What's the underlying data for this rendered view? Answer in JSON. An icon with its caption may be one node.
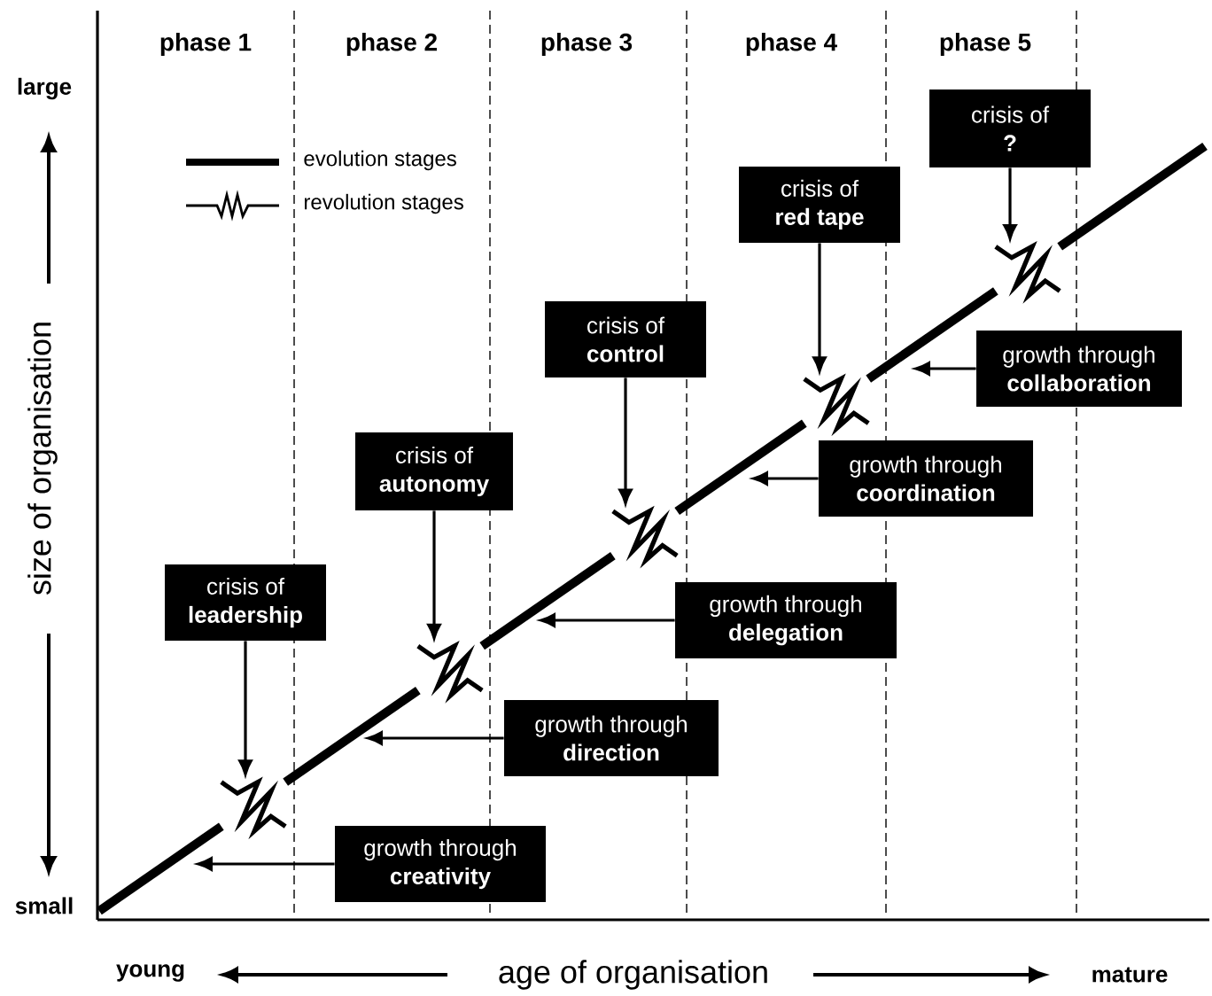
{
  "diagram": {
    "nodes": [
      {
        "text": [
          "crisis of",
          "?"
        ]
      },
      {
        "text": [
          "crisis of",
          "red tape"
        ]
      },
      {
        "text": [
          "crisis of",
          "control"
        ]
      },
      {
        "text": [
          "growth through",
          "collaboration"
        ]
      },
      {
        "text": [
          "crisis of",
          "autonomy"
        ]
      },
      {
        "text": [
          "growth through",
          "coordination"
        ]
      },
      {
        "text": [
          "crisis of",
          "leadership"
        ]
      },
      {
        "text": [
          "growth through",
          "delegation"
        ]
      },
      {
        "text": [
          "growth through",
          "direction"
        ]
      },
      {
        "text": [
          "growth through",
          "creativity"
        ]
      },
      {
        "text": [],
        "shape": "zigzag"
      },
      {
        "text": [],
        "shape": "zigzag"
      },
      {
        "text": [],
        "shape": "zigzag"
      },
      {
        "text": [],
        "shape": "zigzag"
      },
      {
        "text": [],
        "shape": "zigzag"
      }
    ],
    "edges": [
      {
        "from": 6,
        "to": 10,
        "arrow": "to"
      },
      {
        "from": 4,
        "to": 11,
        "arrow": "to"
      },
      {
        "from": 2,
        "to": 12,
        "arrow": "to"
      },
      {
        "from": 1,
        "to": 13,
        "arrow": "to"
      },
      {
        "from": 0,
        "to": 14,
        "arrow": "to"
      },
      {
        "from": 9,
        "to": null,
        "arrow": "to"
      },
      {
        "from": 8,
        "to": null,
        "arrow": "to"
      },
      {
        "from": 7,
        "to": null,
        "arrow": "to"
      },
      {
        "from": 5,
        "to": null,
        "arrow": "to"
      },
      {
        "from": 3,
        "to": null,
        "arrow": "to"
      },
      {
        "from": null,
        "to": 10,
        "arrow": "none",
        "style": "thick"
      },
      {
        "from": 10,
        "to": 11,
        "arrow": "none",
        "style": "thick"
      },
      {
        "from": 11,
        "to": 12,
        "arrow": "none",
        "style": "thick"
      },
      {
        "from": 12,
        "to": 13,
        "arrow": "none",
        "style": "thick"
      },
      {
        "from": 13,
        "to": 14,
        "arrow": "none",
        "style": "thick"
      },
      {
        "from": 14,
        "to": null,
        "arrow": "none",
        "style": "thick"
      }
    ],
    "labels": [
      "phase 1",
      "phase 2",
      "phase 3",
      "phase 4",
      "phase 5",
      "large",
      "small",
      "size of organisation",
      "young",
      "age of organisation",
      "mature"
    ],
    "legend": [
      {
        "text": "evolution stages"
      },
      {
        "text": "revolution stages"
      }
    ]
  }
}
